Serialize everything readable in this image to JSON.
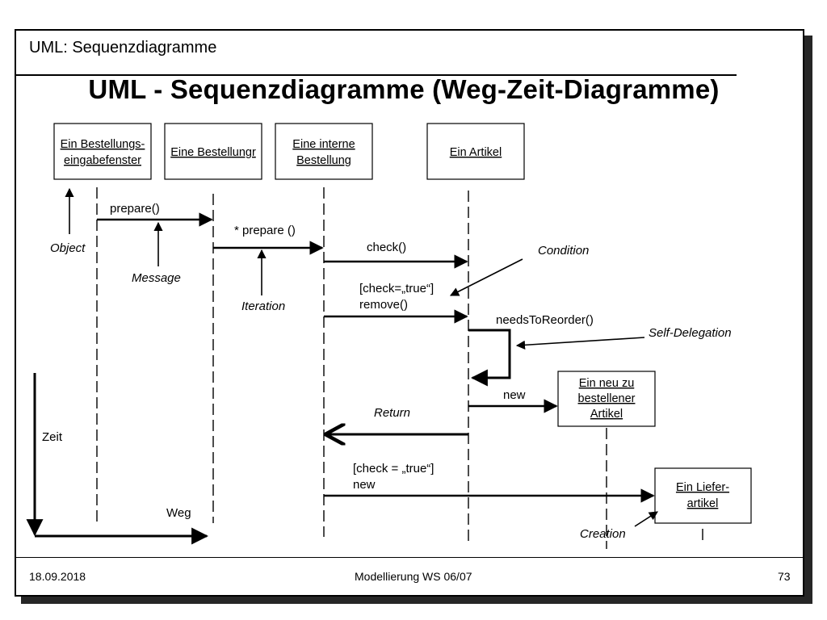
{
  "header": {
    "title": "UML: Sequenzdiagramme"
  },
  "main_title": "UML - Sequenzdiagramme (Weg-Zeit-Diagramme)",
  "objects": [
    {
      "lines": [
        "Ein Bestellungs-",
        "eingabefenster"
      ]
    },
    {
      "lines": [
        "Eine Bestellungr"
      ]
    },
    {
      "lines": [
        "Eine interne",
        "Bestellung"
      ]
    },
    {
      "lines": [
        "Ein Artikel"
      ]
    },
    {
      "lines": [
        "Ein neu zu",
        "bestellener",
        "Artikel"
      ]
    },
    {
      "lines": [
        "Ein Liefer-",
        "artikel"
      ]
    }
  ],
  "messages": {
    "prepare": "prepare()",
    "prepare_iter": "* prepare ()",
    "check": "check()",
    "guard_remove_1": "[check=„true“]",
    "guard_remove_2": "remove()",
    "needs_reorder": "needsToReorder()",
    "new1": "new",
    "guard_new_1": "[check = „true“]",
    "guard_new_2": "new"
  },
  "annotations": {
    "object": "Object",
    "message": "Message",
    "iteration": "Iteration",
    "condition": "Condition",
    "self_delegation": "Self-Delegation",
    "return": "Return",
    "creation": "Creation",
    "zeit": "Zeit",
    "weg": "Weg"
  },
  "footer": {
    "date": "18.09.2018",
    "course": "Modellierung WS 06/07",
    "page": "73"
  }
}
